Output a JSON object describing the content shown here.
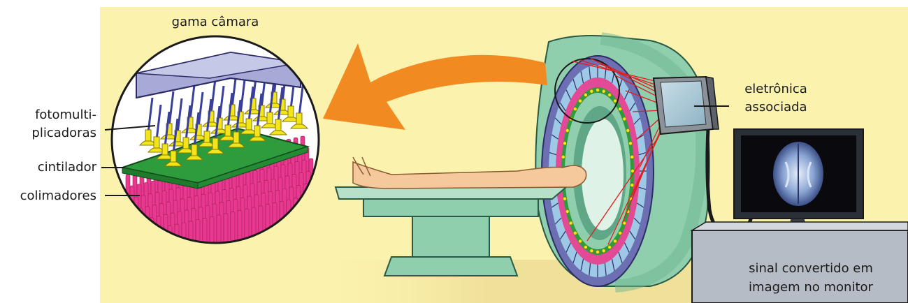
{
  "labels": {
    "gamma_camera": "gama câmara",
    "photomultipliers_line1": "fotomulti-",
    "photomultipliers_line2": "plicadoras",
    "scintillator": "cintilador",
    "collimators": "colimadores",
    "electronics_line1": "eletrônica",
    "electronics_line2": "associada",
    "monitor_caption_line1": "sinal convertido em",
    "monitor_caption_line2": "imagem no monitor"
  },
  "colors": {
    "background": "#fbf2ae",
    "floor": "#f3e6a0",
    "arrow": "#f28a22",
    "machine": "#8fcfae",
    "ring_blue": "#6d6fb3",
    "ring_pink": "#e24a95",
    "collimator_pink": "#e8398f",
    "scintillator_green": "#2e9b3c",
    "pmt_yellow": "#f2e51c",
    "pmt_blue": "#3a3f99",
    "lightguide": "#a7a9d6",
    "wires_red": "#e01e1e",
    "console_grey": "#b6bcc6"
  }
}
